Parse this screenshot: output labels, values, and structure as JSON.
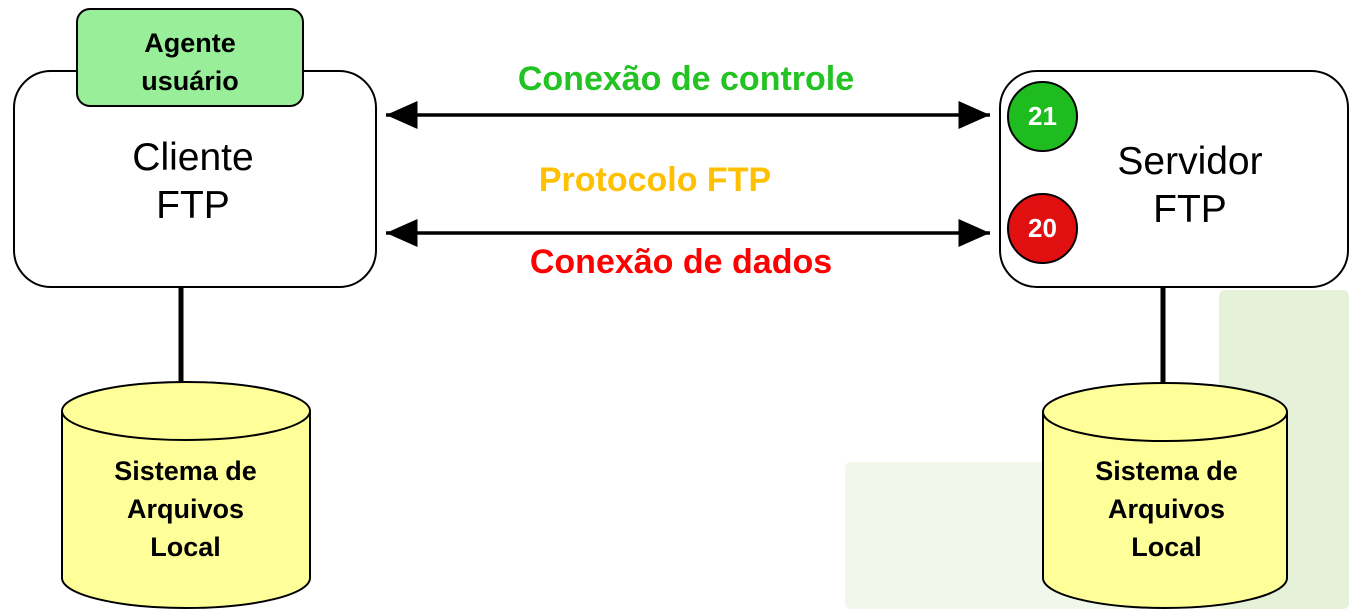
{
  "client": {
    "title_line1": "Cliente",
    "title_line2": "FTP",
    "agent_line1": "Agente",
    "agent_line2": "usuário"
  },
  "server": {
    "title_line1": "Servidor",
    "title_line2": "FTP",
    "port_control": "21",
    "port_data": "20"
  },
  "connections": {
    "control_label": "Conexão de controle",
    "protocol_label": "Protocolo FTP",
    "data_label": "Conexão de dados"
  },
  "storage": {
    "client": {
      "line1": "Sistema de",
      "line2": "Arquivos",
      "line3": "Local"
    },
    "server": {
      "line1": "Sistema de",
      "line2": "Arquivos",
      "line3": "Local"
    }
  },
  "colors": {
    "control": "#22c322",
    "protocol": "#ffc000",
    "data": "#ff0000",
    "agent_fill": "#99ee99",
    "port_control_fill": "#1ebc1e",
    "port_data_fill": "#e01010",
    "cylinder_fill": "#ffff99"
  }
}
